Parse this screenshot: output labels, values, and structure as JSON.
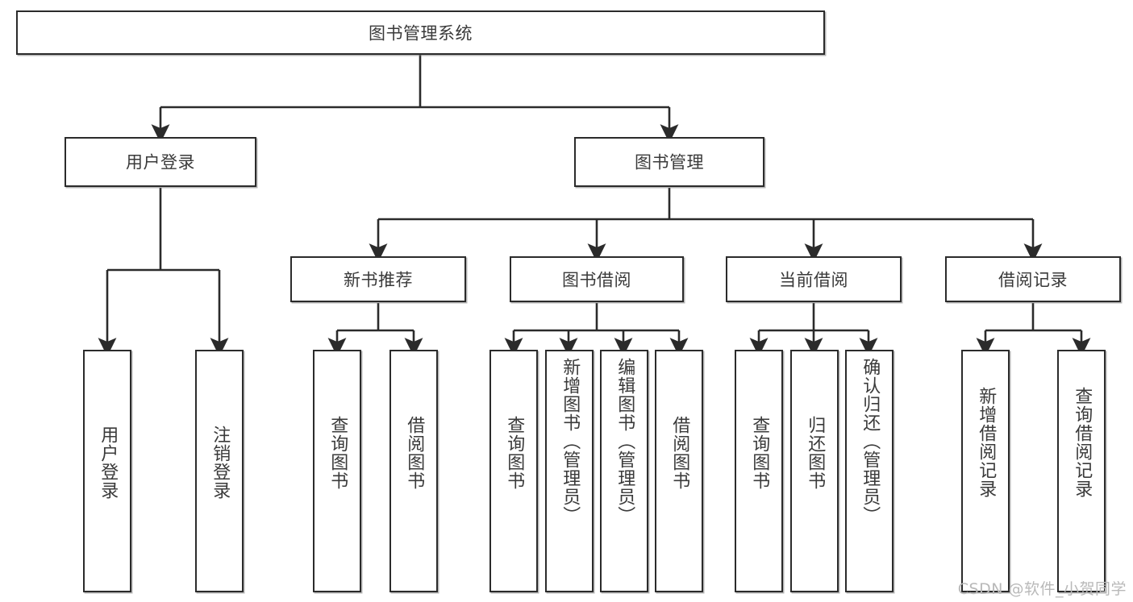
{
  "diagram": {
    "type": "tree-hierarchy",
    "title": "图书管理系统",
    "watermark": "CSDN @软件_小贺同学",
    "colors": {
      "box_border": "#2b2b2b",
      "box_fill": "#ffffff",
      "connector": "#2b2b2b",
      "text": "#3a3a3a",
      "watermark": "#b9b9b9"
    },
    "root": {
      "label": "图书管理系统"
    },
    "level2": [
      {
        "label": "用户登录"
      },
      {
        "label": "图书管理"
      }
    ],
    "level3": [
      {
        "label": "新书推荐"
      },
      {
        "label": "图书借阅"
      },
      {
        "label": "当前借阅"
      },
      {
        "label": "借阅记录"
      }
    ],
    "leaves": {
      "user_login": [
        {
          "label": "用户登录"
        },
        {
          "label": "注销登录"
        }
      ],
      "new_book_recommend": [
        {
          "label": "查询图书"
        },
        {
          "label": "借阅图书"
        }
      ],
      "book_borrow": [
        {
          "label": "查询图书"
        },
        {
          "label": "新增图书（管理员）"
        },
        {
          "label": "编辑图书（管理员）"
        },
        {
          "label": "借阅图书"
        }
      ],
      "current_borrow": [
        {
          "label": "查询图书"
        },
        {
          "label": "归还图书"
        },
        {
          "label": "确认归还（管理员）"
        }
      ],
      "borrow_record": [
        {
          "label": "新增借阅记录"
        },
        {
          "label": "查询借阅记录"
        }
      ]
    }
  }
}
